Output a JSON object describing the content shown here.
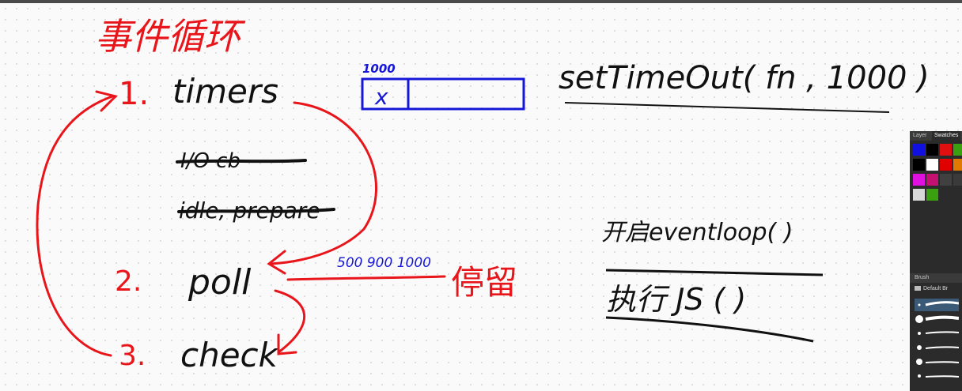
{
  "whiteboard": {
    "title": "事件循环",
    "phases": [
      {
        "number": "1.",
        "name": "timers"
      },
      {
        "number": "",
        "name": "I/O cb"
      },
      {
        "number": "",
        "name": "idle, prepare"
      },
      {
        "number": "2.",
        "name": "poll"
      },
      {
        "number": "3.",
        "name": "check"
      }
    ],
    "timer_value": "1000",
    "timer_box_mark": "x",
    "set_timeout": "setTimeOut( fn , 1000 )",
    "poll_times": "500 900 1000",
    "stay_label": "停留",
    "start_loop": "开启eventloop( )",
    "exec_js": "执行 JS ( )"
  },
  "panel": {
    "tabs": [
      "Layer",
      "Swatches"
    ],
    "brush_tab": "Brush",
    "brush_folder": "Default Br",
    "swatches": [
      "#1010e0",
      "#000000",
      "#e01010",
      "#3aa010",
      "#000000",
      "#ffffff",
      "#e00000",
      "#e07a00",
      "#e010e0",
      "#c41070",
      "#404040",
      "#3a3a3a",
      "#d8d8d8",
      "#3aa010"
    ]
  },
  "colors": {
    "red_ink": "#e8151b",
    "blue_ink": "#1616d8",
    "black_ink": "#111111"
  }
}
